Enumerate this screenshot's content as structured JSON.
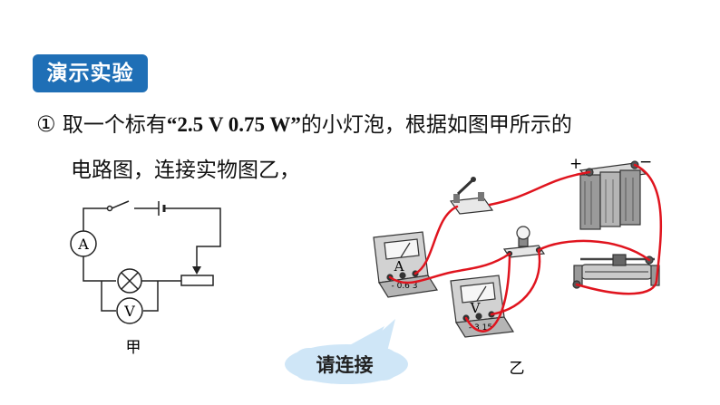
{
  "section_badge": "演示实验",
  "text": {
    "num": "①",
    "before_spec": " 取一个标有",
    "spec": "“2.5 V    0.75 W”",
    "after_spec": "的小灯泡，根据如图甲所示的",
    "line2": "电路图，连接实物图乙，"
  },
  "figure_jia": {
    "caption": "甲",
    "ammeter_symbol": "A",
    "voltmeter_symbol": "V"
  },
  "figure_yi": {
    "caption": "乙",
    "ammeter_label": "A",
    "ammeter_terminals": "- 0.6 3",
    "voltmeter_label": "V",
    "voltmeter_terminals": "- 3 15",
    "battery_plus": "+",
    "battery_minus": "−"
  },
  "bubble": "请连接",
  "colors": {
    "accent": "#1f6fb6",
    "wire": "#e0141e",
    "bubble": "#cfe6f7"
  }
}
